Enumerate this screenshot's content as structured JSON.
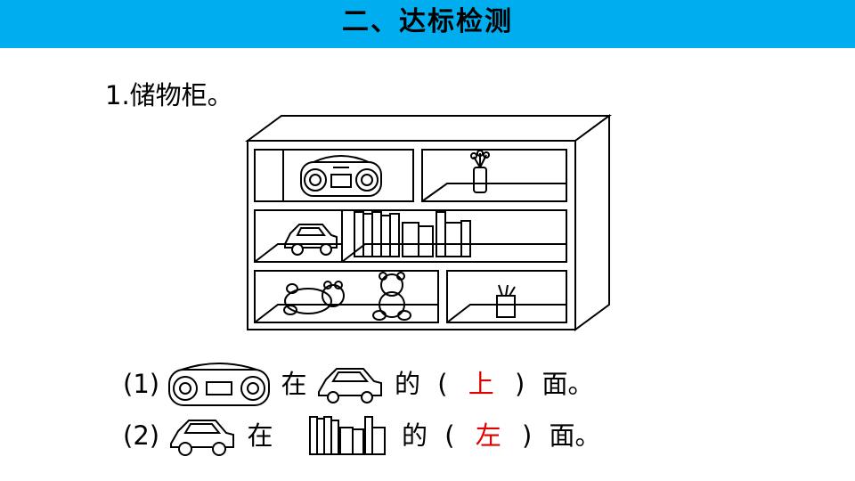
{
  "header": {
    "title": "二、达标检测",
    "background": "#00aeef"
  },
  "question": {
    "title": "1.储物柜。"
  },
  "cabinet": {
    "icons": [
      "radio-icon",
      "flowers-in-vase-icon",
      "toy-car-icon",
      "books-icon",
      "teddy-bear-lying-icon",
      "teddy-bear-sitting-icon",
      "pencil-cup-icon"
    ]
  },
  "items": [
    {
      "num": "(1)",
      "obj1_icon": "radio-icon",
      "zai": "在",
      "obj2_icon": "toy-car-icon",
      "de": "的",
      "lp": "(",
      "answer": "上",
      "rp": ")",
      "end": "面。"
    },
    {
      "num": "(2)",
      "obj1_icon": "toy-car-icon",
      "zai": "在",
      "obj2_icon": "books-icon",
      "de": "的",
      "lp": "(",
      "answer": "左",
      "rp": ")",
      "end": "面。"
    }
  ],
  "colors": {
    "answer": "#e00000"
  }
}
